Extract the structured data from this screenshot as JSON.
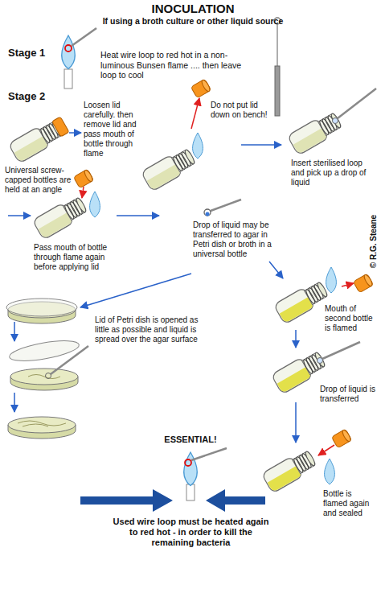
{
  "diagram": {
    "title": "INOCULATION",
    "labels": [
      "If using a broth culture or other liquid source",
      "Stage 1",
      "Heat wire loop to red hot in a non-luminous Bunsen flame .... then leave loop to cool",
      "Stage 2",
      "Universal screw-capped bottles are held at an angle",
      "Loosen lid carefully. then remove lid and pass mouth of bottle through flame",
      "Do not put lid down on bench!",
      "Insert sterilised loop and pick up a drop of liquid",
      "Pass mouth of bottle through flame again before applying lid",
      "Drop of liquid may be transferred to agar in Petri dish or broth in a universal bottle",
      "Lid of Petri dish is opened as little as possible and liquid is spread over the agar surface",
      "Mouth of second bottle is flamed",
      "Drop of liquid is transferred",
      "ESSENTIAL!",
      "Used wire loop must be heated again to red hot - in order to kill the remaining bacteria",
      "Bottle is flamed again and sealed",
      "© R.G. Steane"
    ]
  }
}
